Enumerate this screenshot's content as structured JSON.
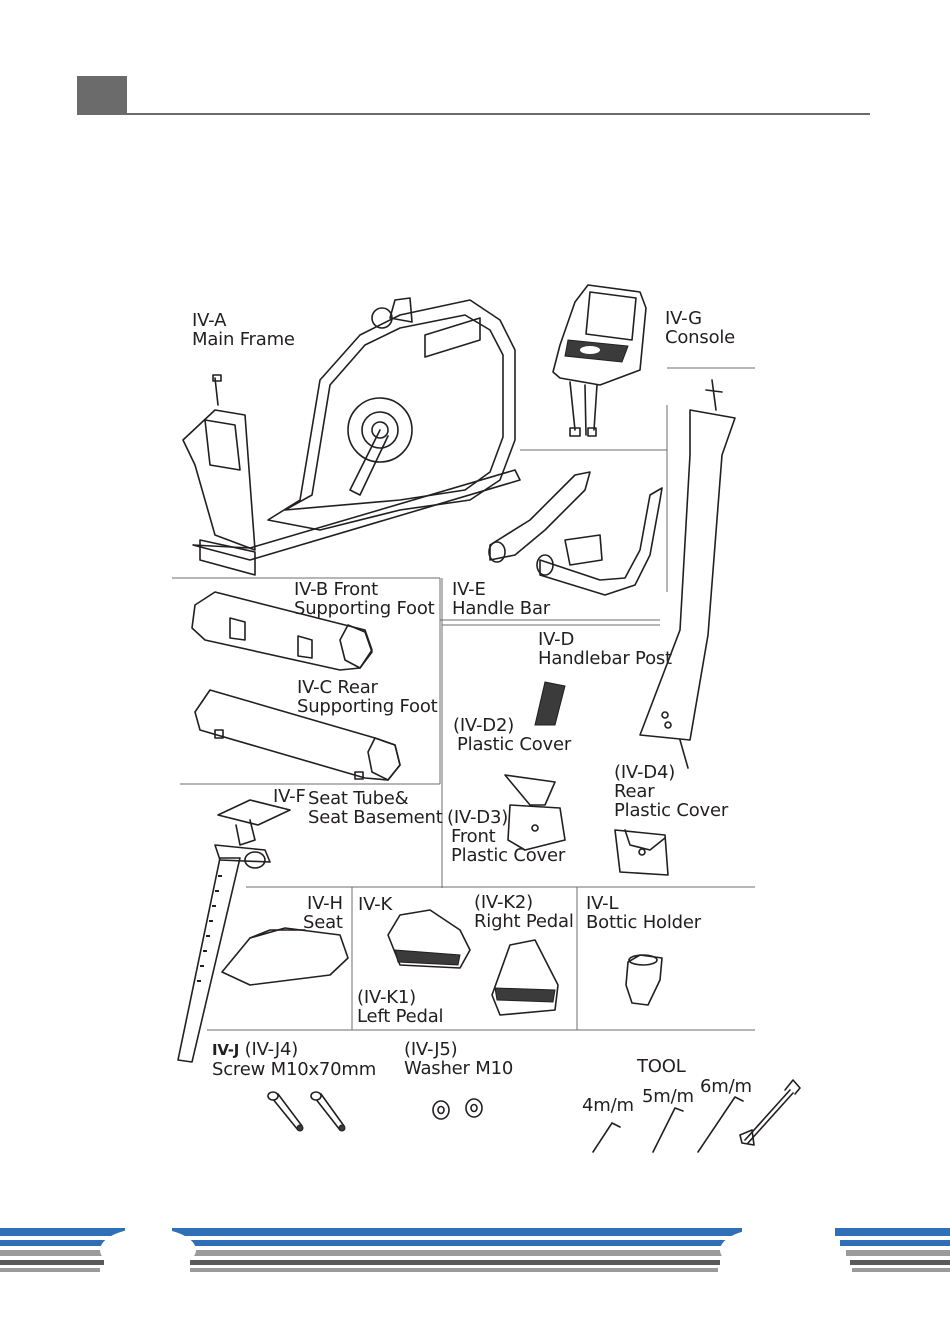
{
  "header": {
    "section_block_color": "#6b6b6b",
    "rule_color": "#6b6b6b"
  },
  "parts": {
    "a": {
      "code": "IV-A",
      "name": "Main Frame"
    },
    "g": {
      "code": "IV-G",
      "name": "Console"
    },
    "b": {
      "line1": "IV-B Front",
      "line2": "Supporting Foot"
    },
    "e": {
      "code": "IV-E",
      "name": "Handle Bar"
    },
    "d": {
      "code": "IV-D",
      "name": "Handlebar Post"
    },
    "c": {
      "line1": "IV-C Rear",
      "line2": "Supporting Foot"
    },
    "d2": {
      "code": "(IV-D2)",
      "name": "Plastic Cover"
    },
    "d4": {
      "code": "(IV-D4)",
      "line2": "Rear",
      "line3": "Plastic Cover"
    },
    "f": {
      "code": "IV-F",
      "line1": "Seat Tube&",
      "line2": "Seat Basement"
    },
    "d3": {
      "code": "(IV-D3)",
      "line2": "Front",
      "line3": "Plastic Cover"
    },
    "h": {
      "code": "IV-H",
      "name": "Seat"
    },
    "k": {
      "code": "IV-K"
    },
    "k2": {
      "code": "(IV-K2)",
      "name": "Right Pedal"
    },
    "l": {
      "code": "IV-L",
      "name": "Bottic Holder"
    },
    "k1": {
      "code": "(IV-K1)",
      "name": "Left Pedal"
    },
    "j": {
      "code": "IV-J",
      "sub": "(IV-J4)",
      "name": "Screw M10x70mm"
    },
    "j5": {
      "code": "(IV-J5)",
      "name": "Washer M10"
    },
    "tool": {
      "title": "TOOL",
      "s1": "4m/m",
      "s2": "5m/m",
      "s3": "6m/m"
    }
  },
  "footer": {
    "colors": [
      "#2e6fb7",
      "#9a9a9a",
      "#5a5a5a"
    ]
  }
}
